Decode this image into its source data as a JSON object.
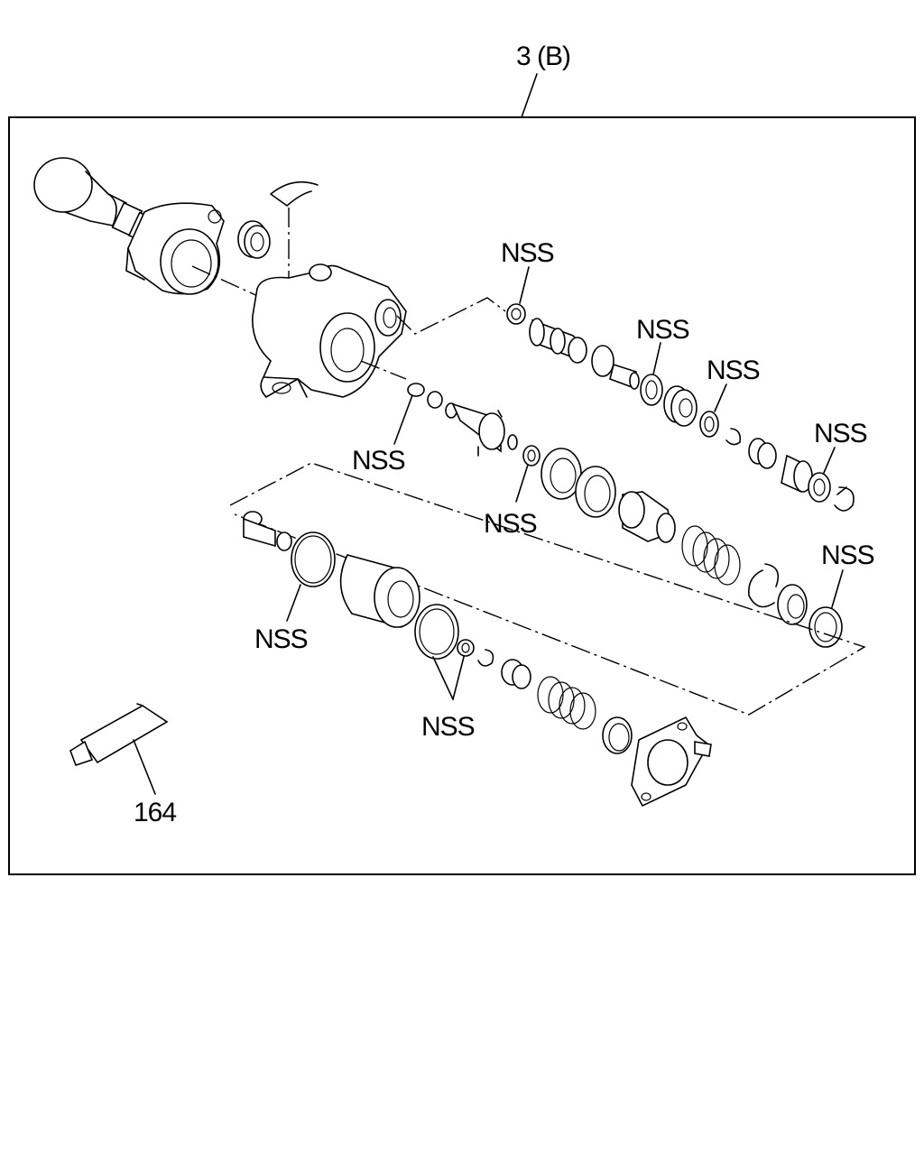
{
  "diagram": {
    "assembly_label": "3 (B)",
    "labels": {
      "nss_1": "NSS",
      "nss_2": "NSS",
      "nss_3": "NSS",
      "nss_4": "NSS",
      "nss_5": "NSS",
      "nss_6": "NSS",
      "nss_7": "NSS",
      "nss_8": "NSS",
      "nss_9": "NSS",
      "part_164": "164"
    }
  }
}
